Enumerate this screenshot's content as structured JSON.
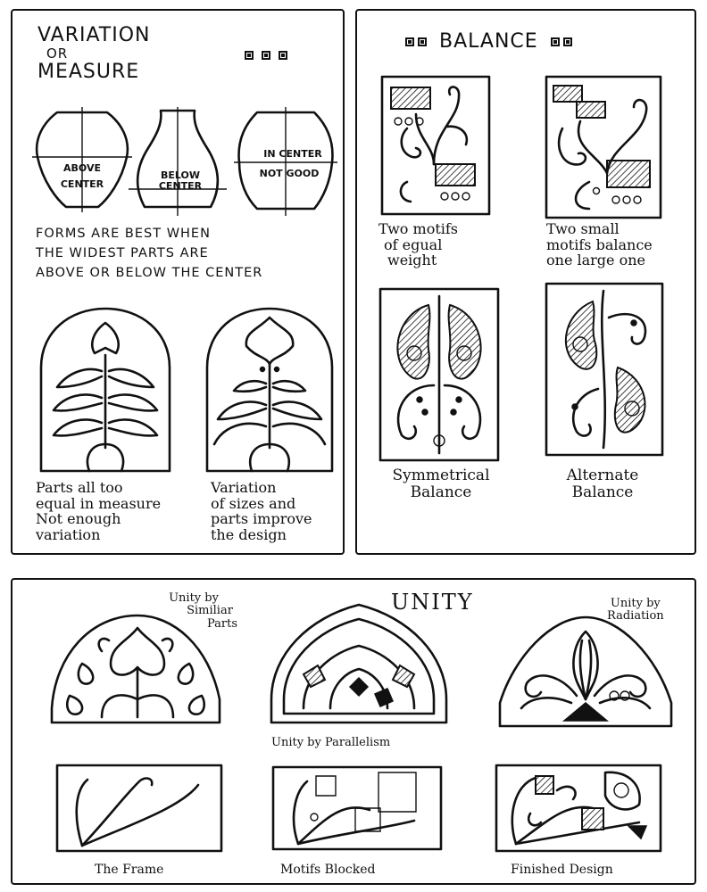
{
  "variation": {
    "title": [
      "VARIATION",
      "OR",
      "MEASURE"
    ],
    "vase_labels": {
      "above": [
        "ABOVE",
        "CENTER"
      ],
      "below": [
        "BELOW",
        "CENTER"
      ],
      "center": [
        "IN CENTER",
        "NOT GOOD"
      ]
    },
    "rule_lines": [
      "FORMS ARE BEST WHEN",
      "THE WIDEST PARTS ARE",
      "ABOVE OR BELOW THE CENTER"
    ],
    "caption_left": [
      "Parts all too",
      "equal in measure",
      "Not enough",
      "variation"
    ],
    "caption_right": [
      "Variation",
      "of sizes and",
      "parts improve",
      "the design"
    ]
  },
  "balance": {
    "title": "BALANCE",
    "captions": {
      "equal": [
        "Two motifs",
        "of egual",
        "weight"
      ],
      "small": [
        "Two small",
        "motifs balance",
        "one large one"
      ],
      "symmetrical": [
        "Symmetrical",
        "Balance"
      ],
      "alternate": [
        "Alternate",
        "Balance"
      ]
    }
  },
  "unity": {
    "title": "UNITY",
    "captions": {
      "similar": [
        "Unity by",
        "Similiar",
        "Parts"
      ],
      "radiation": [
        "Unity by",
        "Radiation"
      ],
      "parallelism": "Unity by Parallelism",
      "frame": "The Frame",
      "blocked": "Motifs Blocked",
      "finished": "Finished Design"
    }
  }
}
